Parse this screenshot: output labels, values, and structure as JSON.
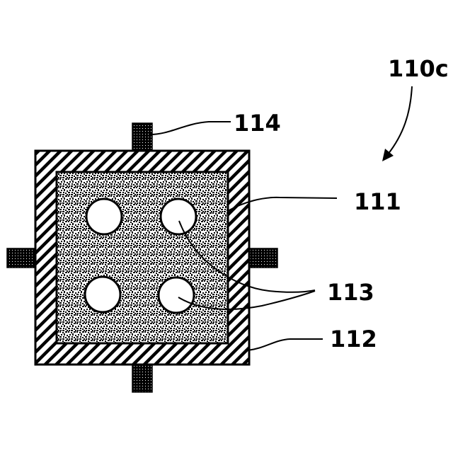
{
  "figure": {
    "labels": {
      "assembly": "110c",
      "substrate": "111",
      "frame": "112",
      "holes": "113",
      "tab": "114"
    },
    "colors": {
      "ink": "#000000",
      "paper": "#ffffff"
    },
    "hole_count": 4,
    "tab_count": 4
  }
}
